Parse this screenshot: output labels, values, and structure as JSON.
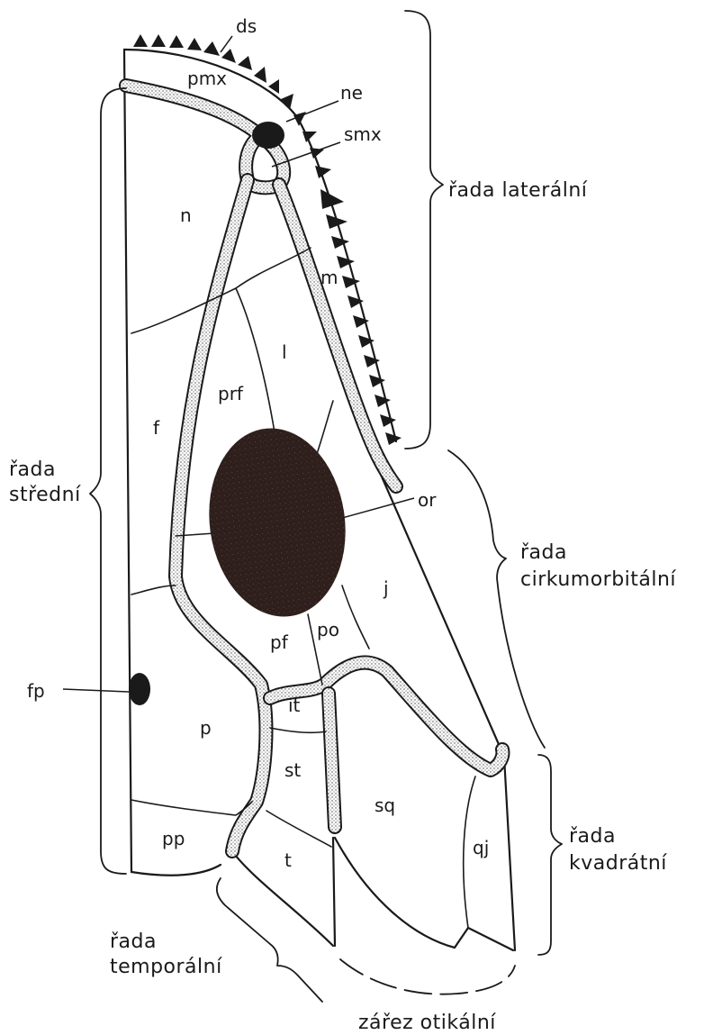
{
  "bone_labels": {
    "ds": "ds",
    "pmx": "pmx",
    "ne": "ne",
    "smx": "smx",
    "n": "n",
    "m": "m",
    "l": "l",
    "prf": "prf",
    "f": "f",
    "or": "or",
    "j": "j",
    "pf": "pf",
    "po": "po",
    "fp": "fp",
    "p": "p",
    "it": "it",
    "st": "st",
    "sq": "sq",
    "pp": "pp",
    "t": "t",
    "qj": "qj"
  },
  "row_labels": {
    "lateral": "řada laterální",
    "median_line1": "řada",
    "median_line2": "střední",
    "circumorbital_line1": "řada",
    "circumorbital_line2": "cirkumorbitální",
    "quadrate_line1": "řada",
    "quadrate_line2": "kvadrátní",
    "temporal_line1": "řada",
    "temporal_line2": "temporální",
    "otic_notch": "zářez otikální"
  },
  "colors": {
    "ink": "#1a1a1a",
    "paper": "#ffffff",
    "orbit_fill": "#2e1f1c"
  }
}
